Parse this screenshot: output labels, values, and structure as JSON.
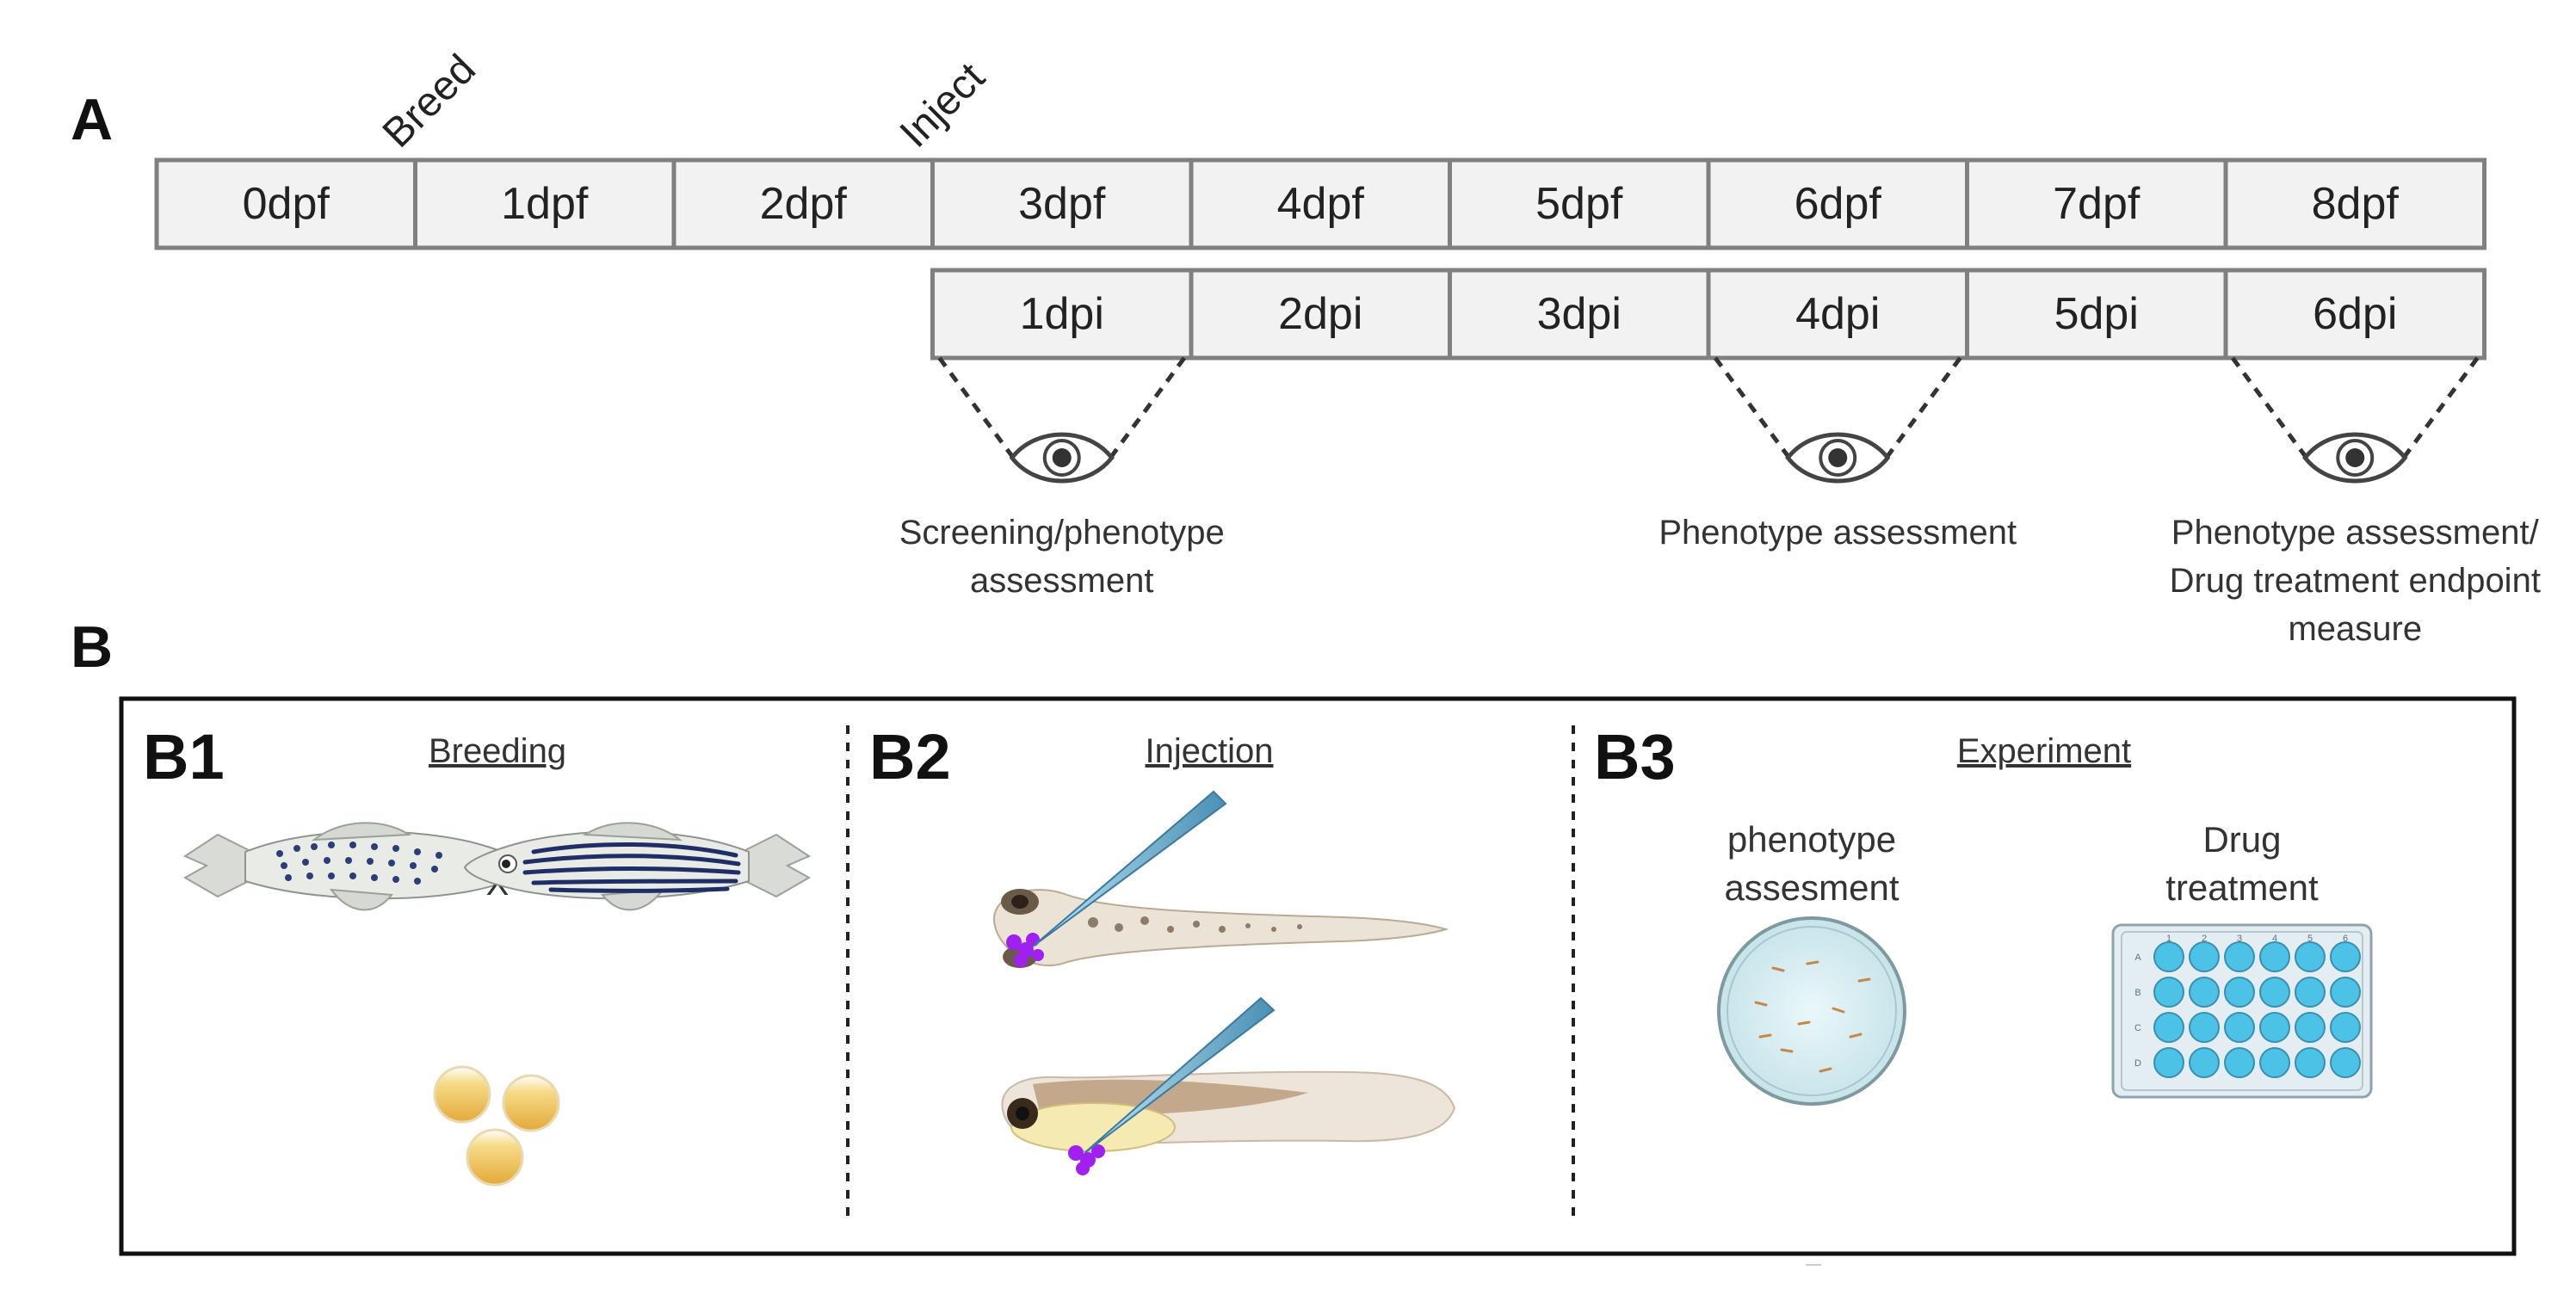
{
  "panels": {
    "a_label": "A",
    "b_label": "B"
  },
  "timeline": {
    "events": [
      {
        "label": "Breed",
        "at": "0dpf"
      },
      {
        "label": "Inject",
        "at": "2dpf"
      }
    ],
    "dpf": [
      "0dpf",
      "1dpf",
      "2dpf",
      "3dpf",
      "4dpf",
      "5dpf",
      "6dpf",
      "7dpf",
      "8dpf"
    ],
    "dpi": [
      "1dpi",
      "2dpi",
      "3dpi",
      "4dpi",
      "5dpi",
      "6dpi"
    ],
    "observations": [
      {
        "at": "1dpi",
        "lines": [
          "Screening/phenotype",
          "assessment"
        ]
      },
      {
        "at": "4dpi",
        "lines": [
          "Phenotype assessment"
        ]
      },
      {
        "at": "6dpi",
        "lines": [
          "Phenotype assessment/",
          "Drug treatment endpoint",
          "measure"
        ]
      }
    ],
    "observation_icon": "eye-icon"
  },
  "sections": {
    "b1": {
      "tag": "B1",
      "title": "Breeding",
      "cross_symbol": "X",
      "icons": [
        "zebrafish-spotted-icon",
        "zebrafish-striped-icon",
        "embryo-eggs-icon"
      ]
    },
    "b2": {
      "tag": "B2",
      "title": "Injection",
      "icons": [
        "larva-dorsal-injection-icon",
        "larva-lateral-injection-icon",
        "injection-needle-icon"
      ]
    },
    "b3": {
      "tag": "B3",
      "title": "Experiment",
      "items": [
        {
          "lines": [
            "phenotype",
            "assesment"
          ],
          "icon": "petri-dish-icon"
        },
        {
          "lines": [
            "Drug",
            "treatment"
          ],
          "icon": "well-plate-icon"
        }
      ],
      "plate_cols": [
        "1",
        "2",
        "3",
        "4",
        "5",
        "6"
      ],
      "plate_rows": [
        "A",
        "B",
        "C",
        "D"
      ]
    }
  },
  "colors": {
    "box_fill": "#f2f2f2",
    "box_stroke": "#808080",
    "text": "#222222",
    "border": "#111111",
    "egg_yellow": "#f2c14e",
    "cancer_cells": "#a020f0",
    "well_blue": "#4cc3e6"
  }
}
